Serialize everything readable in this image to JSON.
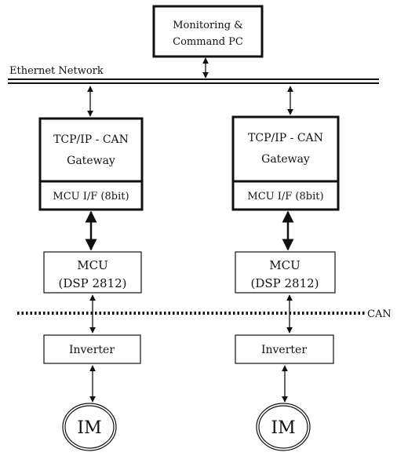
{
  "diagram": {
    "pc": {
      "line1": "Monitoring &",
      "line2": "Command PC"
    },
    "network_label": "Ethernet Network",
    "can_label": "CAN",
    "nodes": [
      {
        "gateway": {
          "line1": "TCP/IP - CAN",
          "line2": "Gateway"
        },
        "mcu_if": "MCU I/F (8bit)",
        "mcu": {
          "line1": "MCU",
          "line2": "(DSP 2812)"
        },
        "inverter": "Inverter",
        "motor": "IM"
      },
      {
        "gateway": {
          "line1": "TCP/IP - CAN",
          "line2": "Gateway"
        },
        "mcu_if": "MCU I/F (8bit)",
        "mcu": {
          "line1": "MCU",
          "line2": "(DSP 2812)"
        },
        "inverter": "Inverter",
        "motor": "IM"
      }
    ],
    "colors": {
      "stroke": "#111111",
      "background": "#ffffff"
    }
  }
}
